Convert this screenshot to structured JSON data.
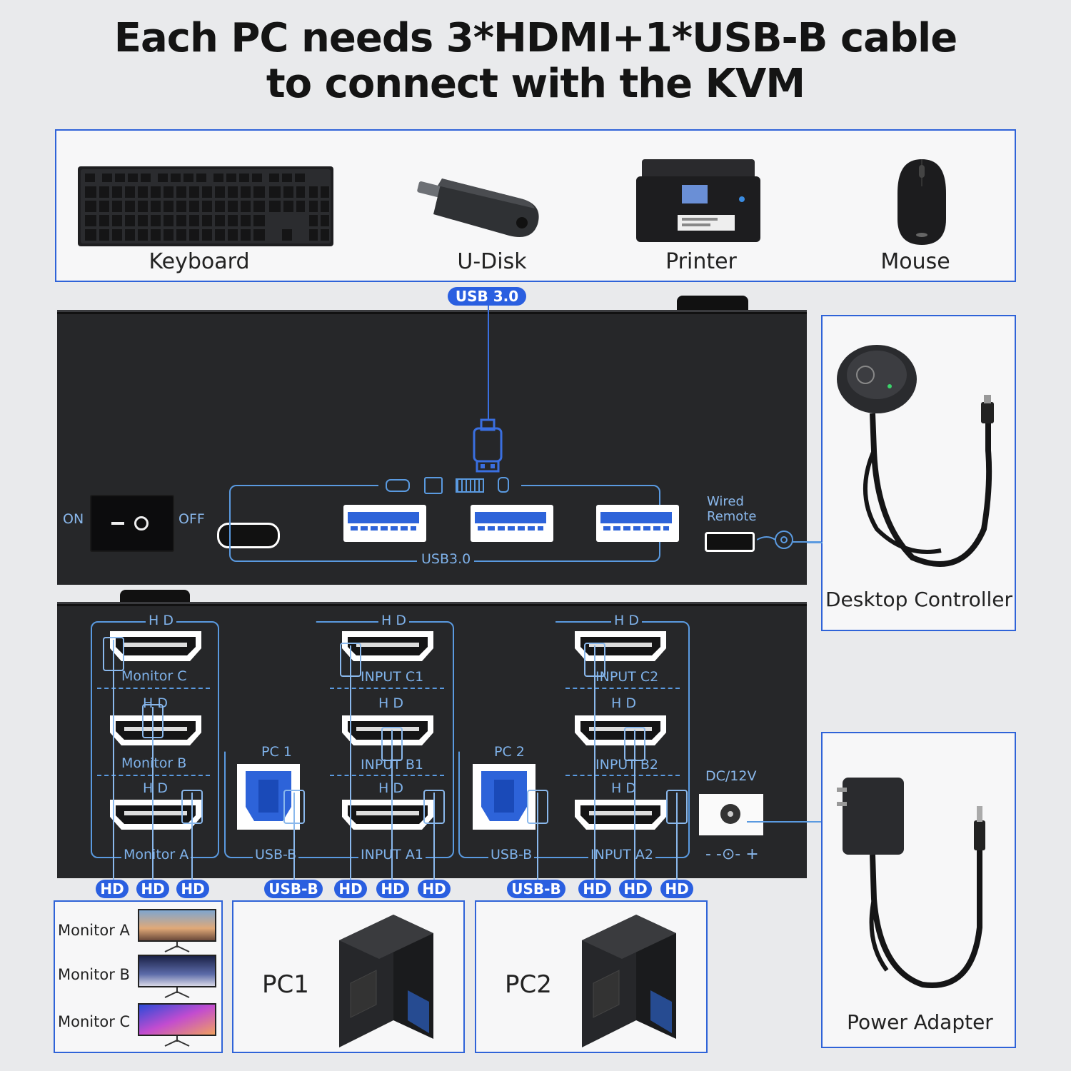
{
  "title": {
    "line1": "Each PC needs 3*HDMI+1*USB-B cable",
    "line2": "to connect with the KVM"
  },
  "peripherals": {
    "keyboard": "Keyboard",
    "udisk": "U-Disk",
    "printer": "Printer",
    "mouse": "Mouse",
    "usb_tag": "USB 3.0"
  },
  "front_panel": {
    "on": "ON",
    "off": "OFF",
    "usb_label": "USB3.0",
    "wired_remote_1": "Wired",
    "wired_remote_2": "Remote"
  },
  "desktop_controller": "Desktop Controller",
  "back_panel": {
    "hd": "H D",
    "monitor_c": "Monitor C",
    "monitor_b": "Monitor B",
    "monitor_a": "Monitor A",
    "input_c1": "INPUT C1",
    "input_b1": "INPUT B1",
    "input_a1": "INPUT A1",
    "input_c2": "INPUT C2",
    "input_b2": "INPUT B2",
    "input_a2": "INPUT A2",
    "pc1": "PC 1",
    "pc2": "PC 2",
    "usbb": "USB-B",
    "dc": "DC/12V",
    "polarity": "- -⊙- +"
  },
  "cable_tags": {
    "hd": "HD",
    "usbb": "USB-B"
  },
  "monitors": {
    "a": "Monitor A",
    "b": "Monitor B",
    "c": "Monitor C"
  },
  "pcs": {
    "pc1": "PC1",
    "pc2": "PC2"
  },
  "power_adapter": "Power Adapter",
  "colors": {
    "accent": "#2a5fe0",
    "panel": "#262729",
    "line": "#7fb2ea"
  }
}
